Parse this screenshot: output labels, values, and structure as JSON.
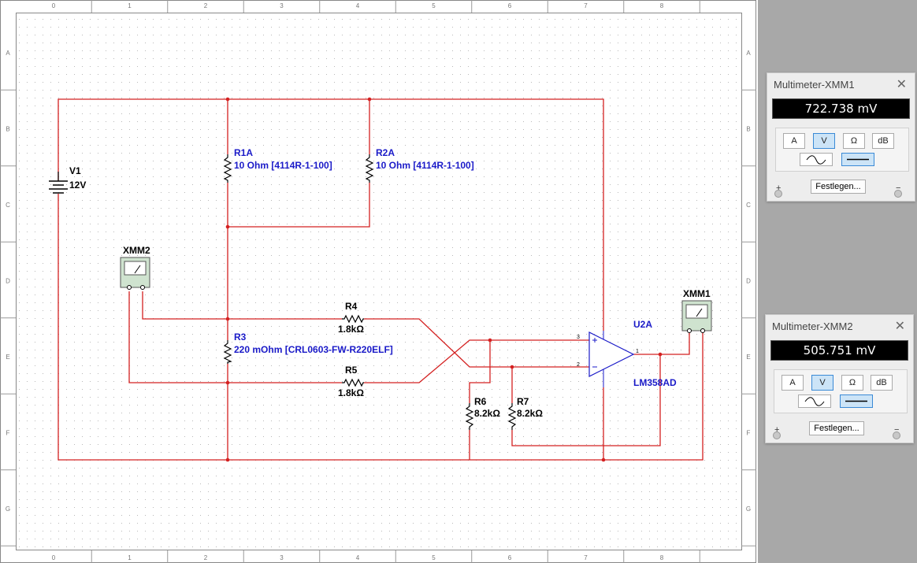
{
  "ruler": {
    "columns": [
      "0",
      "1",
      "2",
      "3",
      "4",
      "5",
      "6",
      "7",
      "8"
    ],
    "rows": [
      "A",
      "B",
      "C",
      "D",
      "E",
      "F",
      "G"
    ]
  },
  "components": {
    "v1": {
      "name": "V1",
      "value": "12V"
    },
    "r1a": {
      "name": "R1A",
      "value": "10 Ohm  [4114R-1-100]"
    },
    "r2a": {
      "name": "R2A",
      "value": "10 Ohm  [4114R-1-100]"
    },
    "r3": {
      "name": "R3",
      "value": "220 mOhm  [CRL0603-FW-R220ELF]"
    },
    "r4": {
      "name": "R4",
      "value": "1.8kΩ"
    },
    "r5": {
      "name": "R5",
      "value": "1.8kΩ"
    },
    "r6": {
      "name": "R6",
      "value": "8.2kΩ"
    },
    "r7": {
      "name": "R7",
      "value": "8.2kΩ"
    },
    "u2a": {
      "name": "U2A",
      "part": "LM358AD",
      "pin_in_plus": "3",
      "pin_in_minus": "2",
      "pin_out": "1"
    },
    "xmm1": {
      "name": "XMM1"
    },
    "xmm2": {
      "name": "XMM2"
    }
  },
  "multimeters": [
    {
      "title": "Multimeter-XMM1",
      "reading": "722.738 mV",
      "set_label": "Festlegen...",
      "modes": [
        "A",
        "V",
        "Ω",
        "dB"
      ],
      "active_mode": "V",
      "active_wave": "dc",
      "plus": "+",
      "minus": "−",
      "close": "✕"
    },
    {
      "title": "Multimeter-XMM2",
      "reading": "505.751 mV",
      "set_label": "Festlegen...",
      "modes": [
        "A",
        "V",
        "Ω",
        "dB"
      ],
      "active_mode": "V",
      "active_wave": "dc",
      "plus": "+",
      "minus": "−",
      "close": "✕"
    }
  ],
  "colors": {
    "wire": "#d42020",
    "label": "#1a1ac8",
    "opamp": "#1a1ac8",
    "grid_dot": "#b8b8b8"
  }
}
